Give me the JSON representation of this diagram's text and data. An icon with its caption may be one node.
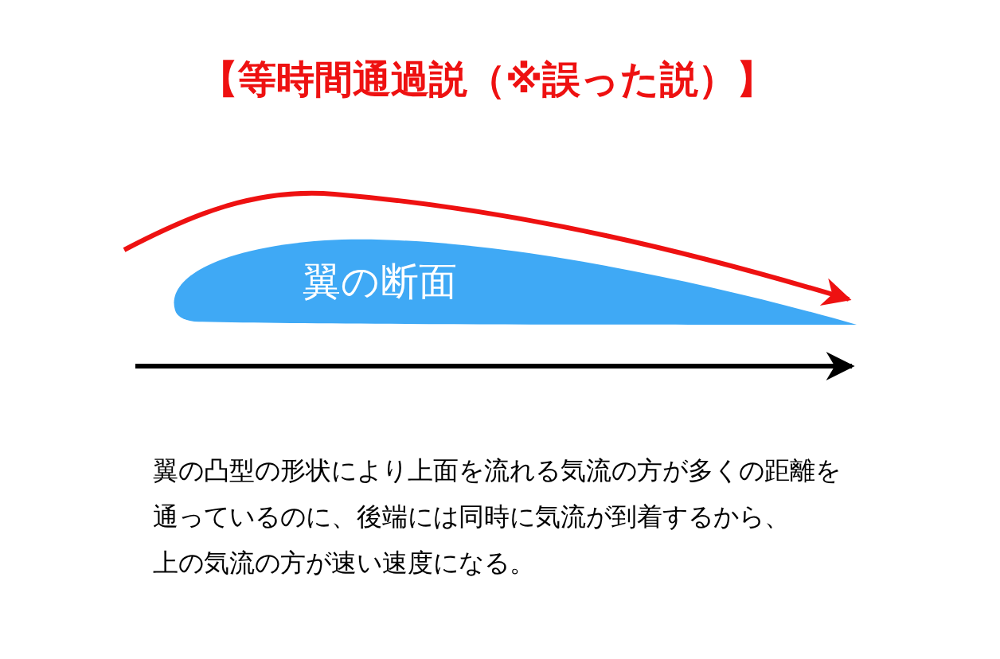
{
  "diagram": {
    "title": "【等時間通過説（※誤った説）】",
    "nodes": [
      {
        "text": [
          "翼の断面"
        ]
      }
    ],
    "labels": [
      "翼の凸型の形状により上面を流れる気流の方が多くの距離を",
      "通っているのに、後端には同時に気流が到着するから、",
      "上の気流の方が速い速度になる。"
    ]
  }
}
